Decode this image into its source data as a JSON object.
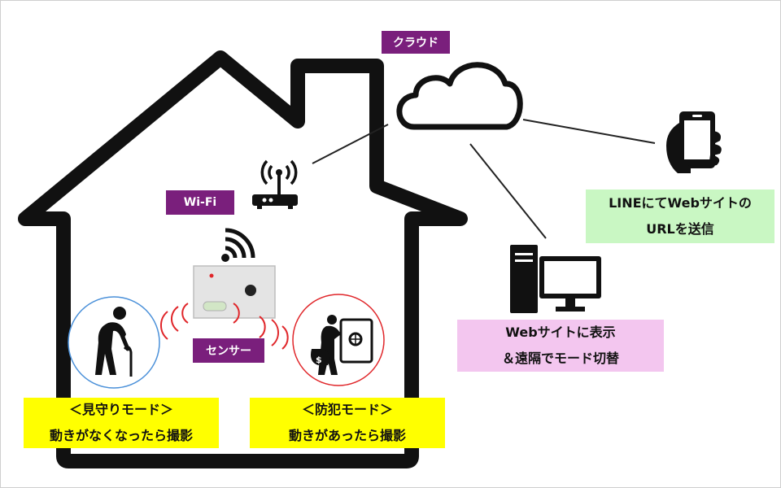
{
  "labels": {
    "cloud": "クラウド",
    "wifi": "Wi-Fi",
    "sensor": "センサー"
  },
  "boxes": {
    "line_notify": {
      "line1": "LINEにてWebサイトの",
      "line2": "URLを送信"
    },
    "web_display": {
      "line1": "Webサイトに表示",
      "line2": "＆遠隔でモード切替"
    },
    "watch_mode": {
      "line1": "＜見守りモード＞",
      "line2": "動きがなくなったら撮影"
    },
    "crime_mode": {
      "line1": "＜防犯モード＞",
      "line2": "動きがあったら撮影"
    }
  },
  "icons": {
    "cloud": "cloud-icon",
    "router": "wifi-router-icon",
    "signal": "wifi-signal-icon",
    "sensor": "sensor-device-icon",
    "phone": "smartphone-in-hand-icon",
    "pc": "desktop-computer-icon",
    "elderly": "elderly-person-with-cane-icon",
    "burglar": "burglar-with-safe-icon"
  },
  "colors": {
    "label_bg": "#7a1f7c",
    "yellow": "#ffff00",
    "green": "#c9f7c3",
    "pink": "#f3c6ef",
    "wave": "#e0262a",
    "elderly_circle": "#4a90d9",
    "burglar_circle": "#e0262a"
  }
}
